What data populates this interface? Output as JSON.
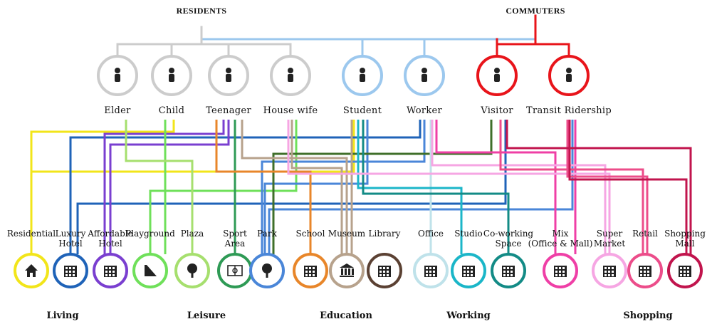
{
  "titles": {
    "residents": "RESIDENTS",
    "commuters": "COMMUTERS"
  },
  "users": [
    {
      "key": "elder",
      "label": "Elder",
      "icon": "elderly-couple-icon",
      "color": "#cccccc"
    },
    {
      "key": "child",
      "label": "Child",
      "icon": "children-playing-icon",
      "color": "#cccccc"
    },
    {
      "key": "teen",
      "label": "Teenager",
      "icon": "skateboarder-icon",
      "color": "#cccccc"
    },
    {
      "key": "house",
      "label": "House wife",
      "icon": "mother-with-baby-icon",
      "color": "#cccccc"
    },
    {
      "key": "student",
      "label": "Student",
      "icon": "students-group-icon",
      "color": "#9cc8ee"
    },
    {
      "key": "worker",
      "label": "Worker",
      "icon": "office-worker-desk-icon",
      "color": "#9cc8ee"
    },
    {
      "key": "visitor",
      "label": "Visitor",
      "icon": "traveler-with-luggage-icon",
      "color": "#e8141a"
    },
    {
      "key": "transit",
      "label": "Transit Ridership",
      "icon": "waiting-passenger-icon",
      "color": "#e8141a"
    }
  ],
  "places": [
    {
      "key": "residential",
      "label": "Residential",
      "icon": "house-icon",
      "color": "#f2e51a"
    },
    {
      "key": "luxury",
      "label": "Luxury\nHotel",
      "icon": "luxury-hotel-icon",
      "color": "#1f63b8"
    },
    {
      "key": "affordable",
      "label": "Affordable\nHotel",
      "icon": "hotel-building-icon",
      "color": "#7a3fd0"
    },
    {
      "key": "playground",
      "label": "Playground",
      "icon": "slide-icon",
      "color": "#6fe05a"
    },
    {
      "key": "plaza",
      "label": "Plaza",
      "icon": "plaza-tree-bench-icon",
      "color": "#a6df6e"
    },
    {
      "key": "sport",
      "label": "Sport\nArea",
      "icon": "sports-field-icon",
      "color": "#2e9a55"
    },
    {
      "key": "park",
      "label": "Park",
      "icon": "tree-icon",
      "color": "#4a86d8"
    },
    {
      "key": "school",
      "label": "School",
      "icon": "school-building-icon",
      "color": "#e8862a"
    },
    {
      "key": "museum",
      "label": "Museum",
      "icon": "museum-columns-icon",
      "color": "#b7a28c"
    },
    {
      "key": "library",
      "label": "Library",
      "icon": "library-building-icon",
      "color": "#5b4133"
    },
    {
      "key": "office",
      "label": "Office",
      "icon": "office-towers-icon",
      "color": "#bfe2ea"
    },
    {
      "key": "studio",
      "label": "Studio",
      "icon": "studio-building-icon",
      "color": "#1bb6c8"
    },
    {
      "key": "cowork",
      "label": "Co-working\nSpace",
      "icon": "coworking-building-icon",
      "color": "#138b86"
    },
    {
      "key": "mix",
      "label": "Mix\n(Office & Mall)",
      "icon": "mixed-use-tower-icon",
      "color": "#ef3fa6"
    },
    {
      "key": "super",
      "label": "Super\nMarket",
      "icon": "supermarket-icon",
      "color": "#f6a6e3"
    },
    {
      "key": "retail",
      "label": "Retail",
      "icon": "retail-building-icon",
      "color": "#ec4d8a"
    },
    {
      "key": "mall",
      "label": "Shopping\nMall",
      "icon": "shopping-mall-icon",
      "color": "#c1144d"
    }
  ],
  "categories": [
    {
      "label": "Living"
    },
    {
      "label": "Leisure"
    },
    {
      "label": "Education"
    },
    {
      "label": "Working"
    },
    {
      "label": "Shopping"
    }
  ]
}
